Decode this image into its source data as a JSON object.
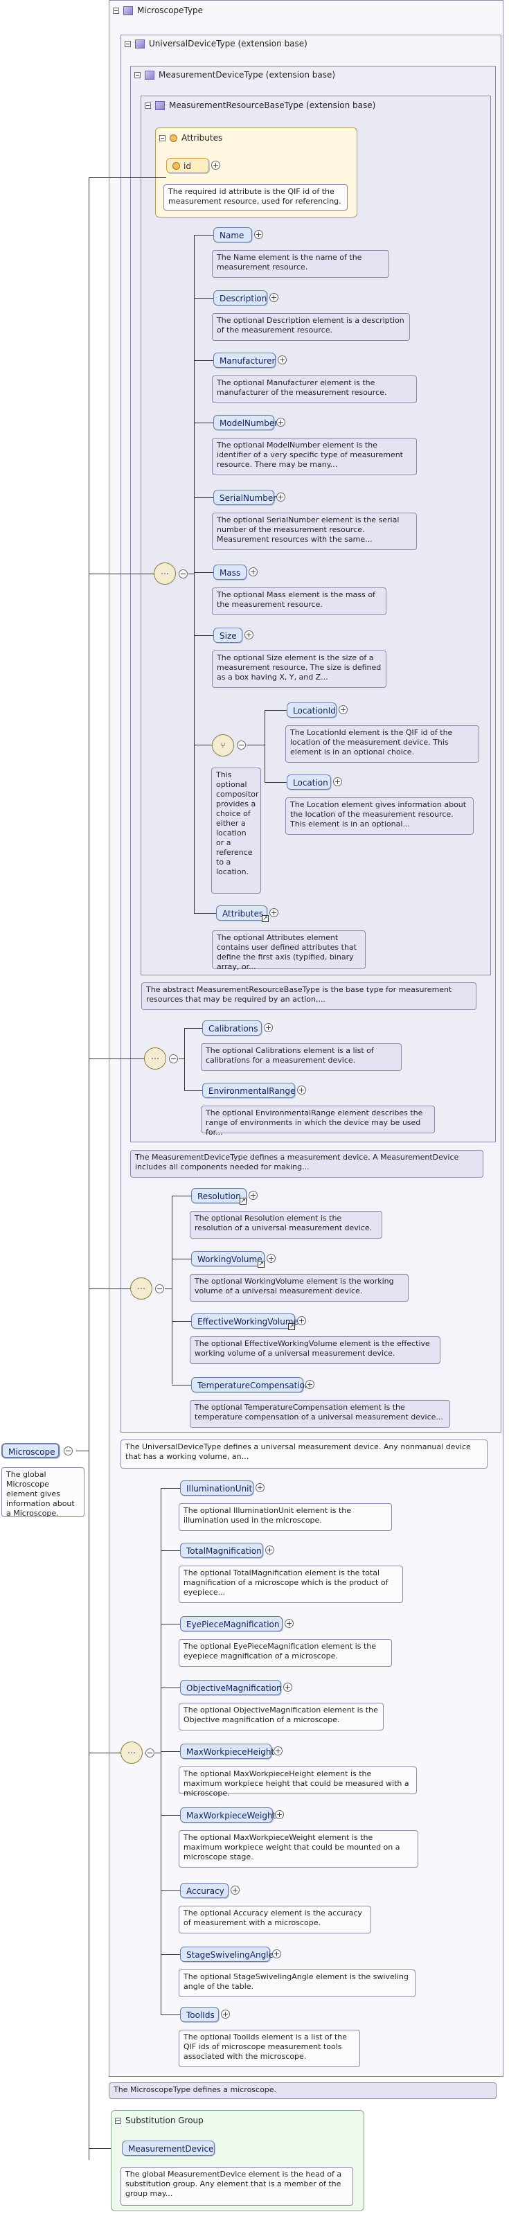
{
  "microscope_type": {
    "title": "MicroscopeType",
    "doc": "The MicroscopeType defines a microscope."
  },
  "universal_device_type": {
    "title": "UniversalDeviceType (extension base)",
    "doc": "The UniversalDeviceType defines a universal measurement device. Any nonmanual device that has a working volume, an..."
  },
  "measurement_device_type": {
    "title": "MeasurementDeviceType (extension base)",
    "doc": "The MeasurementDeviceType defines a measurement device. A MeasurementDevice includes all components needed for making..."
  },
  "measurement_resource_base_type": {
    "title": "MeasurementResourceBaseType (extension base)",
    "doc": "The abstract MeasurementResourceBaseType is the base type for measurement resources that may be required by an action,..."
  },
  "attributes": {
    "title": "Attributes",
    "id_label": "id",
    "id_doc": "The required id attribute is the QIF id of the measurement resource, used for referencing."
  },
  "resource_elements": [
    {
      "name": "Name",
      "doc": "The Name element is the name of the measurement resource."
    },
    {
      "name": "Description",
      "doc": "The optional Description element is a description of the measurement resource."
    },
    {
      "name": "Manufacturer",
      "doc": "The optional Manufacturer element is the manufacturer of the measurement resource."
    },
    {
      "name": "ModelNumber",
      "doc": "The optional ModelNumber element is the identifier of a very specific type of measurement resource. There may be many..."
    },
    {
      "name": "SerialNumber",
      "doc": "The optional SerialNumber element is the serial number of the measurement resource. Measurement resources with the same..."
    },
    {
      "name": "Mass",
      "doc": "The optional Mass element is the mass of the measurement resource."
    },
    {
      "name": "Size",
      "doc": "The optional Size element is the size of a measurement resource. The size is defined as a box having X, Y, and Z..."
    }
  ],
  "choice": {
    "doc": "This optional compositor provides a choice of either a location or a reference to a location.",
    "items": [
      {
        "name": "LocationId",
        "doc": "The LocationId element is the QIF id of the location of the measurement device. This element is in an optional choice."
      },
      {
        "name": "Location",
        "doc": "The Location element gives information about the location of the measurement resource. This element is in an optional..."
      }
    ]
  },
  "resource_attributes": {
    "name": "Attributes",
    "doc": "The optional Attributes element contains user defined attributes that define the first axis (typified, binary array, or..."
  },
  "device_elements": [
    {
      "name": "Calibrations",
      "doc": "The optional Calibrations element is a list of calibrations for a measurement device."
    },
    {
      "name": "EnvironmentalRange",
      "doc": "The optional EnvironmentalRange element describes the range of environments in which the device may be used for..."
    }
  ],
  "universal_elements": [
    {
      "name": "Resolution",
      "doc": "The optional Resolution element is the resolution of a universal measurement device."
    },
    {
      "name": "WorkingVolume",
      "doc": "The optional WorkingVolume element is the working volume of a universal measurement device."
    },
    {
      "name": "EffectiveWorkingVolume",
      "doc": "The optional EffectiveWorkingVolume element is the effective working volume of a universal measurement device."
    },
    {
      "name": "TemperatureCompensation",
      "doc": "The optional TemperatureCompensation element is the temperature compensation of a universal measurement device..."
    }
  ],
  "microscope_elements": [
    {
      "name": "IlluminationUnit",
      "doc": "The optional IlluminationUnit element is the illumination used in the microscope."
    },
    {
      "name": "TotalMagnification",
      "doc": "The optional TotalMagnification element is the total magnification of a microscope which is the product of eyepiece..."
    },
    {
      "name": "EyePieceMagnification",
      "doc": "The optional EyePieceMagnification element is the eyepiece magnification of a microscope."
    },
    {
      "name": "ObjectiveMagnification",
      "doc": "The optional ObjectiveMagnification element is the Objective magnification of a microscope."
    },
    {
      "name": "MaxWorkpieceHeight",
      "doc": "The optional MaxWorkpieceHeight element is the maximum workpiece height that could be measured with a microscope."
    },
    {
      "name": "MaxWorkpieceWeight",
      "doc": "The optional MaxWorkpieceWeight element is the maximum workpiece weight that could be mounted on a microscope stage."
    },
    {
      "name": "Accuracy",
      "doc": "The optional Accuracy element is the accuracy of measurement with a microscope."
    },
    {
      "name": "StageSwivelingAngle",
      "doc": "The optional StageSwivelingAngle element is the swiveling angle of the table."
    },
    {
      "name": "ToolIds",
      "doc": "The optional ToolIds element is a list of the QIF ids of microscope measurement tools associated with the microscope."
    }
  ],
  "root": {
    "name": "Microscope",
    "doc": "The global Microscope element gives information about a Microscope."
  },
  "substitution": {
    "title": "Substitution Group",
    "name": "MeasurementDevice",
    "doc": "The global MeasurementDevice element is the head of a substitution group. Any element that is a member of the group may..."
  }
}
